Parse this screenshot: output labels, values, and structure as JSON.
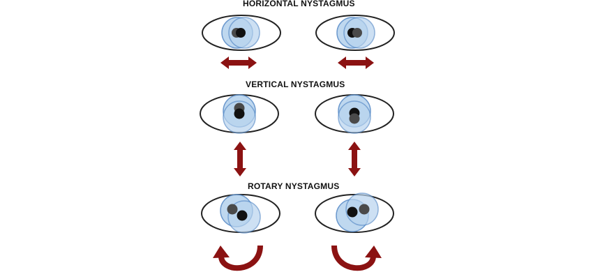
{
  "sections": [
    {
      "title": "HORIZONTAL NYSTAGMUS",
      "motion": "horizontal"
    },
    {
      "title": "VERTICAL NYSTAGMUS",
      "motion": "vertical"
    },
    {
      "title": "ROTARY NYSTAGMUS",
      "motion": "rotary"
    }
  ],
  "colors": {
    "iris_fill": "#b9d4ee",
    "iris_stroke": "#5d8fc9",
    "eye_outline": "#222222",
    "pupil_dark": "#111111",
    "pupil_grey": "#4a4a4a",
    "arrow": "#8b1212"
  }
}
